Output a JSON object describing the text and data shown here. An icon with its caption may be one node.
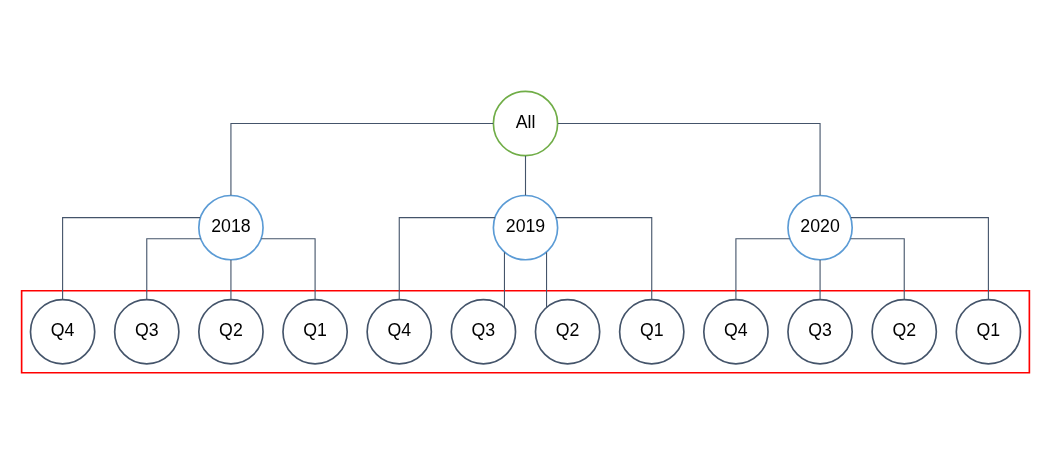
{
  "diagram": {
    "nodes": [
      {
        "text": [
          "All"
        ]
      },
      {
        "text": [
          "2018"
        ]
      },
      {
        "text": [
          "2019"
        ]
      },
      {
        "text": [
          "2020"
        ]
      },
      {
        "text": [],
        "shape": "box"
      },
      {
        "text": [
          "Q1"
        ],
        "in": 4
      },
      {
        "text": [
          "Q2"
        ],
        "in": 4
      },
      {
        "text": [
          "Q3"
        ],
        "in": 4
      },
      {
        "text": [
          "Q4"
        ],
        "in": 4
      },
      {
        "text": [
          "Q1"
        ],
        "in": 4
      },
      {
        "text": [
          "Q2"
        ],
        "in": 4
      },
      {
        "text": [
          "Q3"
        ],
        "in": 4
      },
      {
        "text": [
          "Q4"
        ],
        "in": 4
      },
      {
        "text": [
          "Q1"
        ],
        "in": 4
      },
      {
        "text": [
          "Q2"
        ],
        "in": 4
      },
      {
        "text": [
          "Q3"
        ],
        "in": 4
      },
      {
        "text": [
          "Q4"
        ],
        "in": 4
      }
    ],
    "edges": [
      {
        "from": 0,
        "to": 1,
        "arrow": "none"
      },
      {
        "from": 0,
        "to": 2,
        "arrow": "none"
      },
      {
        "from": 0,
        "to": 3,
        "arrow": "none"
      },
      {
        "from": 1,
        "to": 5,
        "arrow": "none"
      },
      {
        "from": 1,
        "to": 6,
        "arrow": "none"
      },
      {
        "from": 1,
        "to": 7,
        "arrow": "none"
      },
      {
        "from": 1,
        "to": 8,
        "arrow": "none"
      },
      {
        "from": 2,
        "to": 9,
        "arrow": "none"
      },
      {
        "from": 2,
        "to": 10,
        "arrow": "none"
      },
      {
        "from": 2,
        "to": 11,
        "arrow": "none"
      },
      {
        "from": 2,
        "to": 12,
        "arrow": "none"
      },
      {
        "from": 3,
        "to": 13,
        "arrow": "none"
      },
      {
        "from": 3,
        "to": 14,
        "arrow": "none"
      },
      {
        "from": 3,
        "to": 15,
        "arrow": "none"
      },
      {
        "from": 3,
        "to": 16,
        "arrow": "none"
      }
    ]
  }
}
